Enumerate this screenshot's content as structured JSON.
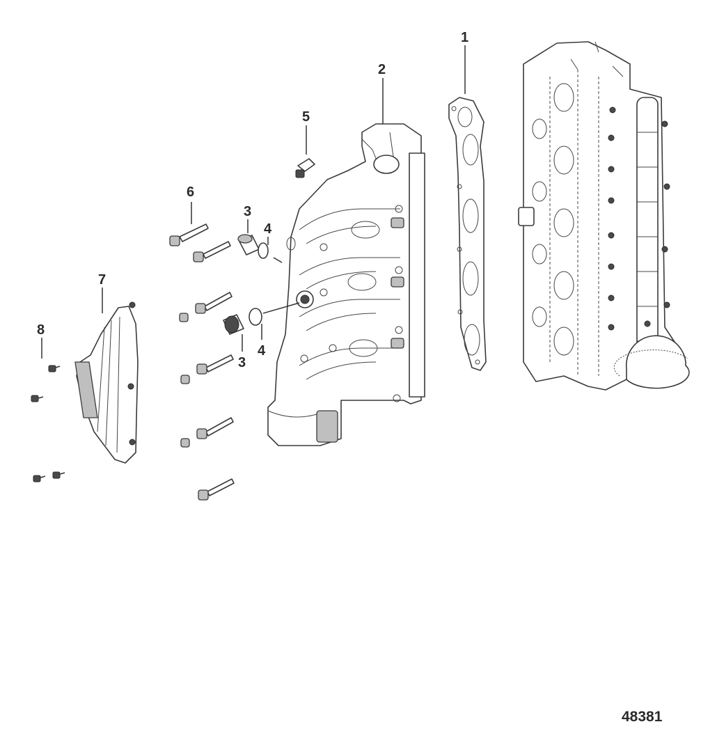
{
  "callouts": {
    "c1": "1",
    "c2": "2",
    "c3a": "3",
    "c3b": "3",
    "c4a": "4",
    "c4b": "4",
    "c5": "5",
    "c6": "6",
    "c7": "7",
    "c8": "8"
  },
  "figure_number": "48381"
}
